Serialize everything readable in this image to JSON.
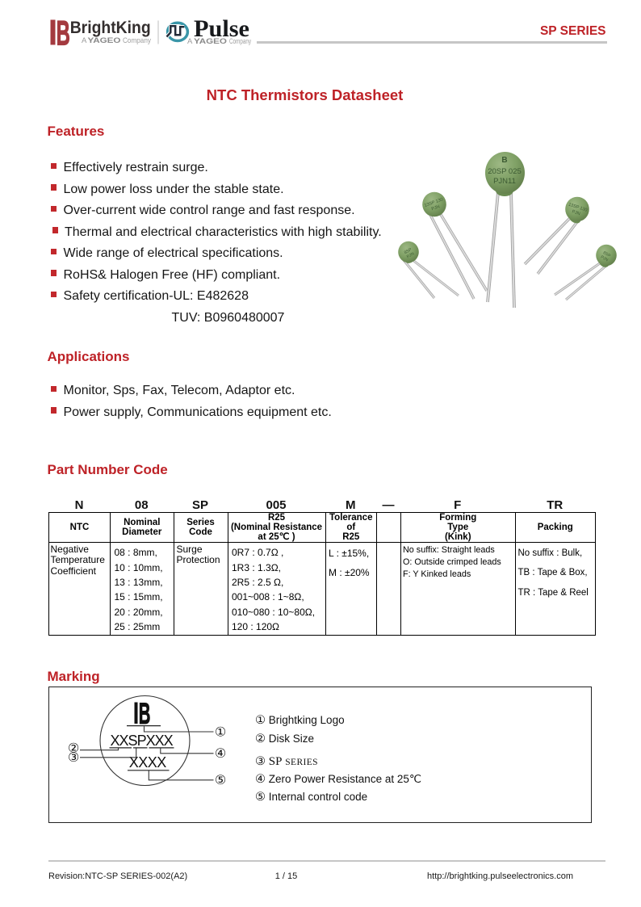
{
  "header": {
    "brightking": {
      "mark": "B",
      "name": "BrightKing",
      "tagline_a": "A",
      "tagline_yageo": "YAGEO",
      "tagline_company": "Company"
    },
    "pulse": {
      "name": "Pulse",
      "tagline_a": "A",
      "tagline_yageo": "YAGEO",
      "tagline_company": "Company"
    },
    "series_label": "SP SERIES",
    "brand_red": "#a43a3f",
    "pulse_teal": "#3a96a8",
    "heading_red": "#be2227"
  },
  "title": "NTC Thermistors Datasheet",
  "features": {
    "heading": "Features",
    "items": [
      "Effectively restrain surge.",
      "Low power loss under the stable state.",
      "Over-current wide control range and fast response.",
      "Thermal and electrical characteristics with high stability.",
      "Wide range of electrical specifications.",
      "RoHS& Halogen Free (HF) compliant.",
      "Safety certification-UL: E482628"
    ],
    "continuation": "TUV: B0960480007"
  },
  "product_image": {
    "description": "five green disc NTC thermistors with splayed leads",
    "disc_green": "#7d9e64",
    "big_disc_mark": "B",
    "big_disc_line1": "20SP 025",
    "big_disc_line2": "PJN11",
    "medium_disc_line1": "13SP 130",
    "medium_disc_line2": "PJN",
    "small_disc_line1": "8SP",
    "small_disc_line2": "PJN"
  },
  "applications": {
    "heading": "Applications",
    "items": [
      "Monitor, Sps, Fax, Telecom, Adaptor etc.",
      "Power supply, Communications equipment etc."
    ]
  },
  "part_number": {
    "heading": "Part Number Code",
    "codes": [
      "N",
      "08",
      "SP",
      "005",
      "M",
      "—",
      "F",
      "TR"
    ],
    "headers": [
      "NTC",
      "Nominal\nDiameter",
      "Series\nCode",
      "R25\n(Nominal Resistance\nat 25℃ )",
      "Tolerance\nof\nR25",
      "",
      "Forming\nType\n(Kink)",
      "Packing"
    ],
    "cells": [
      "Negative\nTemperature\nCoefficient",
      "08 : 8mm,\n10 : 10mm,\n13 : 13mm,\n15 : 15mm,\n20 : 20mm,\n25 : 25mm",
      "Surge\nProtection",
      "0R7 : 0.7Ω ,\n1R3 : 1.3Ω,\n2R5 : 2.5 Ω,\n001~008 : 1~8Ω,\n010~080 : 10~80Ω,\n120 : 120Ω",
      "L : ±15%,\nM : ±20%",
      "",
      "No suffix: Straight leads\nO: Outside crimped leads\nF: Y Kinked leads",
      "No suffix : Bulk,\nTB : Tape & Box,\nTR : Tape & Reel"
    ]
  },
  "marking": {
    "heading": "Marking",
    "disc_logo": "B",
    "row1": "XXSPXXX",
    "row2": "XXXX",
    "callouts": [
      "①",
      "②",
      "③",
      "④",
      "⑤"
    ],
    "legend": [
      {
        "num": "①",
        "text": "Brightking Logo"
      },
      {
        "num": "②",
        "text": "Disk Size"
      },
      {
        "num": "③",
        "sp": "SP",
        "series": "SERIES"
      },
      {
        "num": "④",
        "text": "Zero Power Resistance at 25℃"
      },
      {
        "num": "⑤",
        "text": " Internal control code"
      }
    ]
  },
  "footer": {
    "revision": "Revision:NTC-SP SERIES-002(A2)",
    "page": "1 / 15",
    "url": "http://brightking.pulseelectronics.com"
  }
}
